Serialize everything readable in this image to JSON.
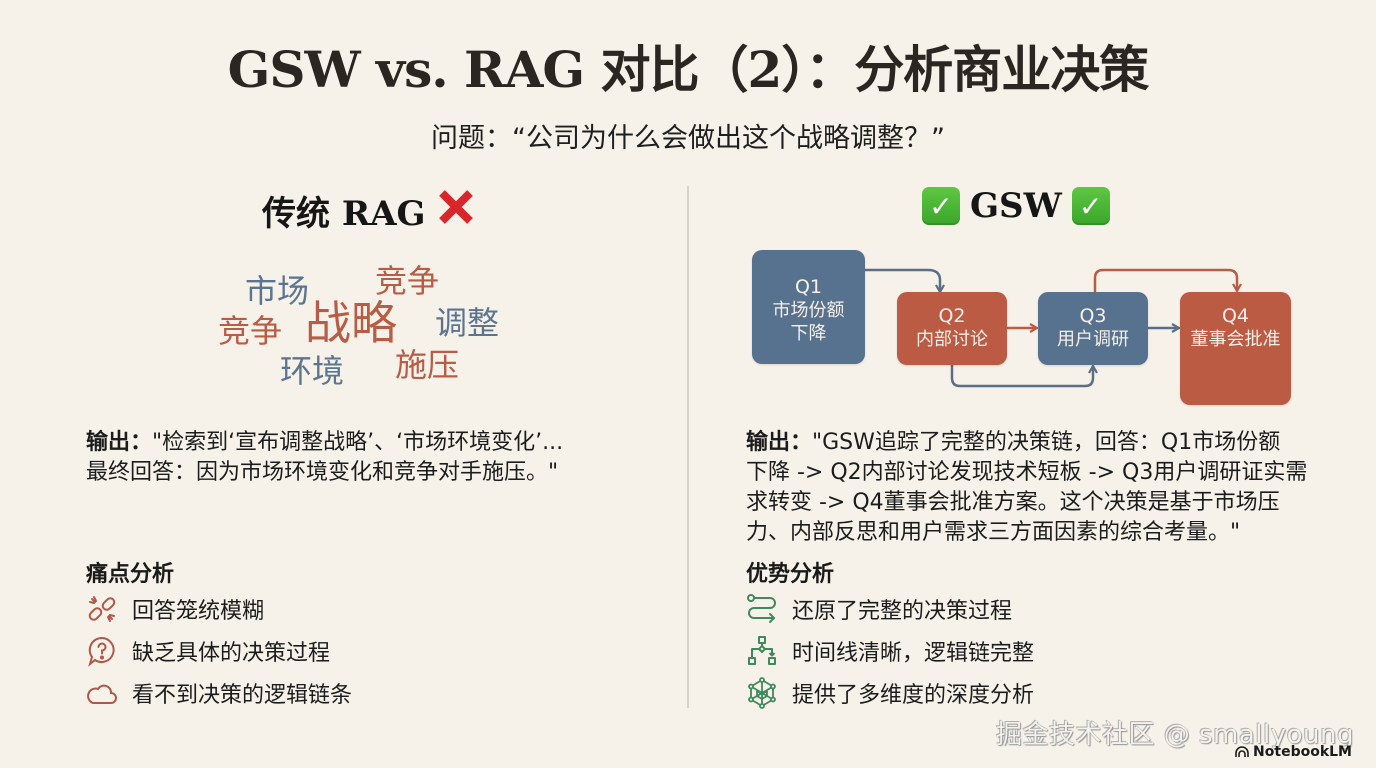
{
  "title": "GSW vs. RAG 对比（2）：分析商业决策",
  "question": "问题：“公司为什么会做出这个战略调整？”",
  "left": {
    "heading": "传统 RAG",
    "heading_icon": "cross-mark-icon",
    "word_cloud": [
      {
        "text": "市场",
        "color": "#5b7590"
      },
      {
        "text": "竞争",
        "color": "#b85c46"
      },
      {
        "text": "竞争",
        "color": "#b85c46"
      },
      {
        "text": "战略",
        "color": "#b85c46"
      },
      {
        "text": "调整",
        "color": "#5b7590"
      },
      {
        "text": "环境",
        "color": "#5b7590"
      },
      {
        "text": "施压",
        "color": "#b85c46"
      }
    ],
    "output_label": "输出：",
    "output_lines": [
      "\"检索到‘宣布调整战略’、‘市场环境变化’...",
      "最终回答：因为市场环境变化和竞争对手施压。\""
    ],
    "analysis_title": "痛点分析",
    "analysis_items": [
      {
        "icon": "broken-link-icon",
        "text": "回答笼统模糊"
      },
      {
        "icon": "question-bubble-icon",
        "text": "缺乏具体的决策过程"
      },
      {
        "icon": "cloud-icon",
        "text": "看不到决策的逻辑链条"
      }
    ]
  },
  "right": {
    "heading": "GSW",
    "heading_icon": "check-mark-icon",
    "flow": [
      {
        "id": "Q1",
        "label_lines": [
          "市场份额",
          "下降"
        ],
        "color": "#56728e"
      },
      {
        "id": "Q2",
        "label_lines": [
          "内部讨论"
        ],
        "color": "#bb5b43"
      },
      {
        "id": "Q3",
        "label_lines": [
          "用户调研"
        ],
        "color": "#56728e"
      },
      {
        "id": "Q4",
        "label_lines": [
          "董事会批准"
        ],
        "color": "#bb5b43"
      }
    ],
    "output_label": "输出：",
    "output_lines": [
      "\"GSW追踪了完整的决策链，回答：Q1市场份额",
      "下降 -> Q2内部讨论发现技术短板 -> Q3用户调研证实需",
      "求转变 -> Q4董事会批准方案。这个决策是基于市场压",
      "力、内部反思和用户需求三方面因素的综合考量。\""
    ],
    "analysis_title": "优势分析",
    "analysis_items": [
      {
        "icon": "path-flow-icon",
        "text": "还原了完整的决策过程"
      },
      {
        "icon": "flowchart-icon",
        "text": "时间线清晰，逻辑链完整"
      },
      {
        "icon": "network-hex-icon",
        "text": "提供了多维度的深度分析"
      }
    ]
  },
  "watermark": "掘金技术社区 @ smallyoung",
  "brand": "NotebookLM",
  "colors": {
    "background": "#f6f2ea",
    "blue": "#56728e",
    "red": "#bb5b43",
    "pain_icon": "#b0574a",
    "advantage_icon": "#3f8a5c"
  }
}
